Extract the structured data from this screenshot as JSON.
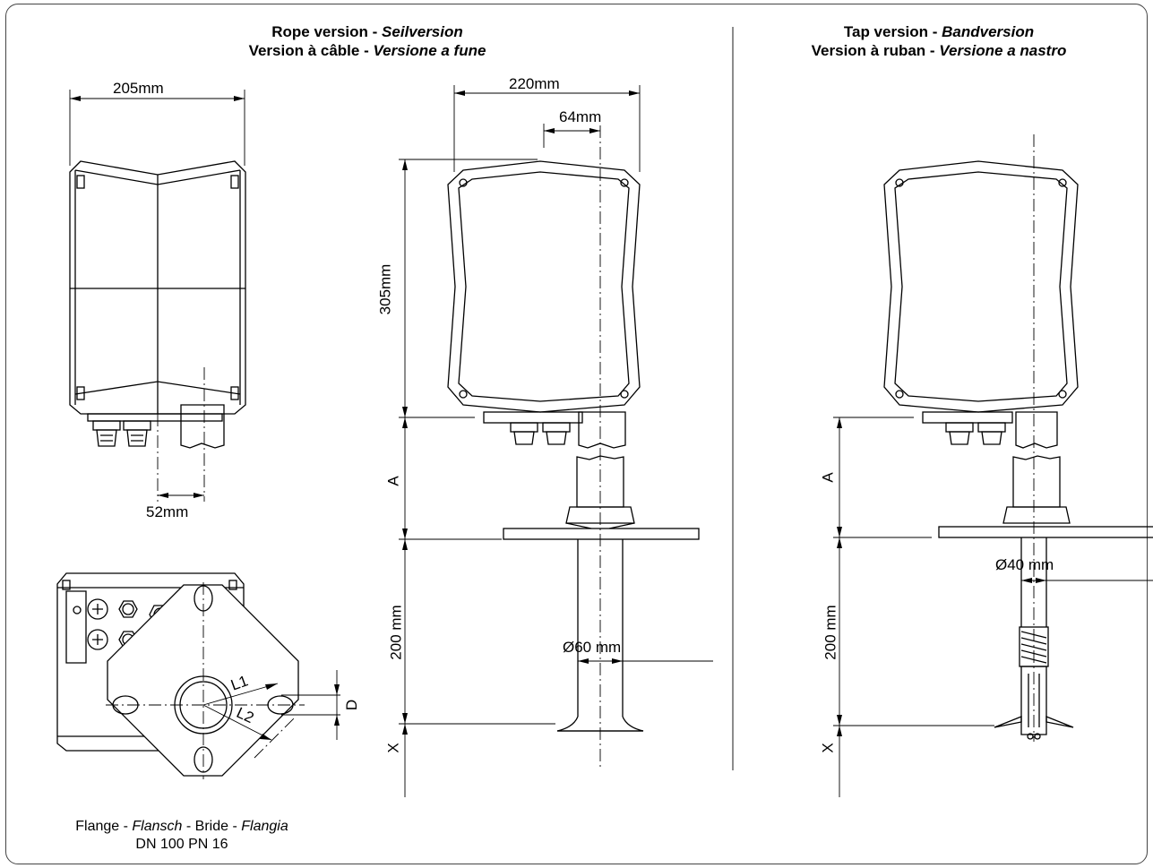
{
  "rope": {
    "title_en": "Rope version",
    "sep1": " - ",
    "title_de": "Seilversion",
    "title_fr": "Version à câble",
    "sep2": " - ",
    "title_it": "Versione a fune"
  },
  "tap": {
    "title_en": "Tap version",
    "sep1": " - ",
    "title_de": "Bandversion",
    "title_fr": "Version à ruban",
    "sep2": " - ",
    "title_it": "Versione a nastro"
  },
  "dims": {
    "side_width": "205mm",
    "front_width": "220mm",
    "offset": "64mm",
    "height": "305mm",
    "gland_spacing": "52mm",
    "rope_A": "A",
    "rope_length": "200 mm",
    "rope_X": "X",
    "rope_diameter": "Ø60 mm",
    "tap_A": "A",
    "tap_length": "200 mm",
    "tap_X": "X",
    "tap_diameter": "Ø40 mm",
    "L1": "L1",
    "L2": "L2",
    "D": "D"
  },
  "flange": {
    "en": "Flange",
    "sep": " - ",
    "de": "Flansch",
    "fr": "Bride",
    "it": "Flangia",
    "spec": "DN 100 PN 16"
  }
}
